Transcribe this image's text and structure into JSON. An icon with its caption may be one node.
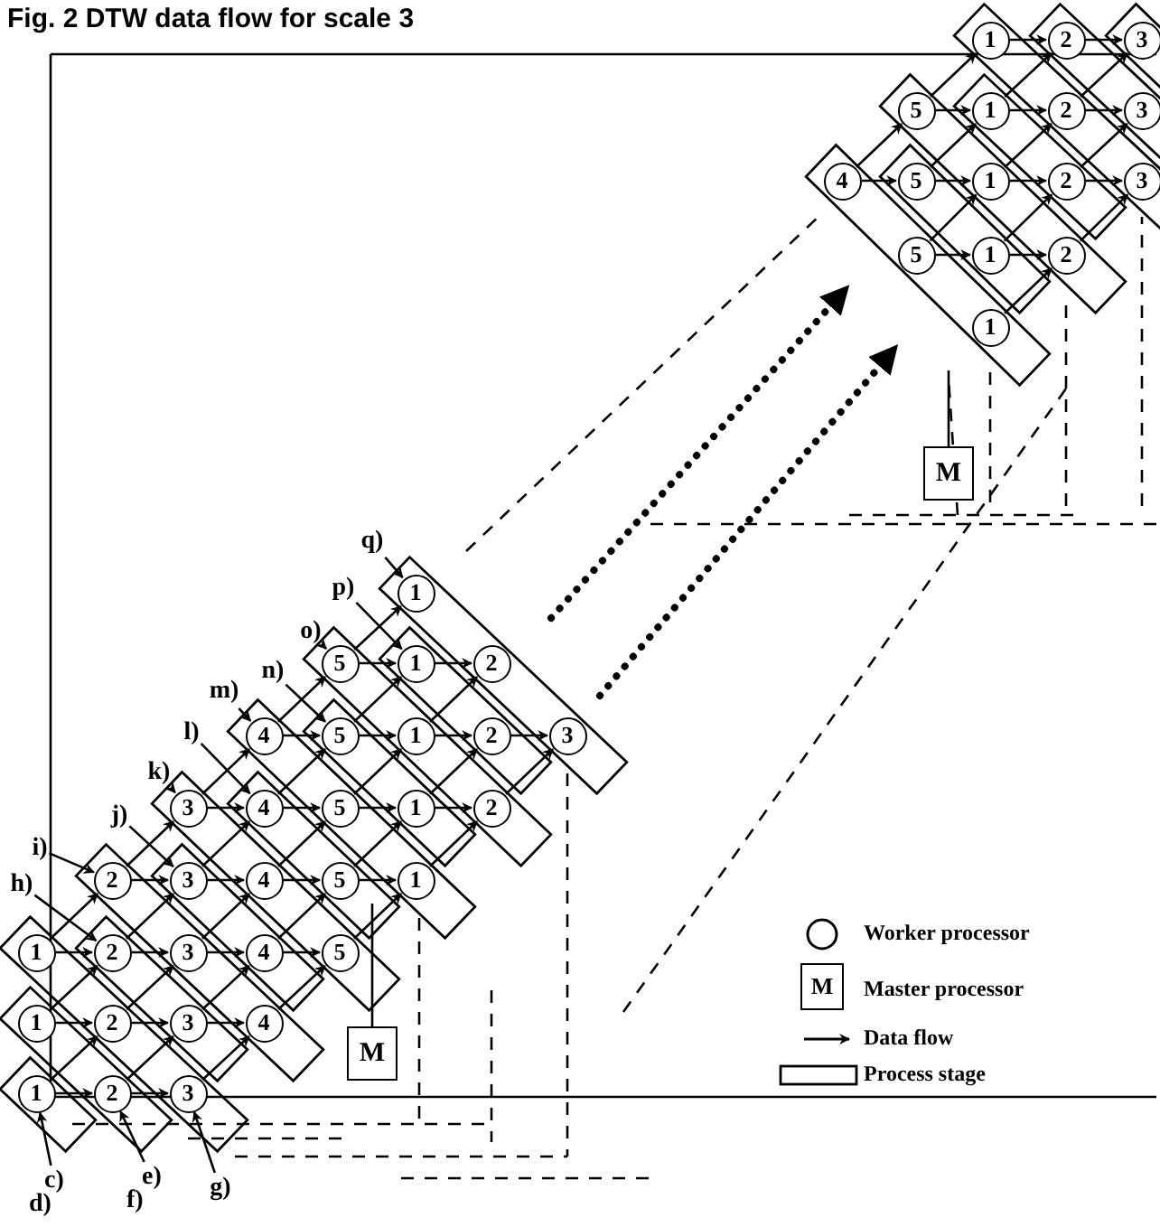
{
  "diagram": {
    "title": "Fig. 2 DTW data flow for scale 3",
    "nodes": [
      {
        "text": [
          "1"
        ]
      },
      {
        "text": [
          "2"
        ]
      },
      {
        "text": [
          "3"
        ]
      },
      {
        "text": [
          "5"
        ]
      },
      {
        "text": [
          "1"
        ]
      },
      {
        "text": [
          "2"
        ]
      },
      {
        "text": [
          "3"
        ]
      },
      {
        "text": [
          "4"
        ]
      },
      {
        "text": [
          "5"
        ]
      },
      {
        "text": [
          "1"
        ]
      },
      {
        "text": [
          "2"
        ]
      },
      {
        "text": [
          "3"
        ]
      },
      {
        "text": [
          "5"
        ]
      },
      {
        "text": [
          "1"
        ]
      },
      {
        "text": [
          "2"
        ]
      },
      {
        "text": [
          "1"
        ]
      },
      {
        "text": [
          "M"
        ]
      },
      {
        "text": [
          "q)"
        ]
      },
      {
        "text": [
          "p)"
        ]
      },
      {
        "text": [
          "o)"
        ]
      },
      {
        "text": [
          "n)"
        ]
      },
      {
        "text": [
          "m)"
        ]
      },
      {
        "text": [
          "l)"
        ]
      },
      {
        "text": [
          "k)"
        ]
      },
      {
        "text": [
          "j)"
        ]
      },
      {
        "text": [
          "i)"
        ]
      },
      {
        "text": [
          "h)"
        ]
      },
      {
        "text": [
          "1"
        ]
      },
      {
        "text": [
          "5"
        ]
      },
      {
        "text": [
          "1"
        ]
      },
      {
        "text": [
          "2"
        ]
      },
      {
        "text": [
          "4"
        ]
      },
      {
        "text": [
          "5"
        ]
      },
      {
        "text": [
          "1"
        ]
      },
      {
        "text": [
          "2"
        ]
      },
      {
        "text": [
          "3"
        ]
      },
      {
        "text": [
          "3"
        ]
      },
      {
        "text": [
          "4"
        ]
      },
      {
        "text": [
          "5"
        ]
      },
      {
        "text": [
          "1"
        ]
      },
      {
        "text": [
          "2"
        ]
      },
      {
        "text": [
          "2"
        ]
      },
      {
        "text": [
          "3"
        ]
      },
      {
        "text": [
          "4"
        ]
      },
      {
        "text": [
          "5"
        ]
      },
      {
        "text": [
          "1"
        ]
      },
      {
        "text": [
          "1"
        ]
      },
      {
        "text": [
          "2"
        ]
      },
      {
        "text": [
          "3"
        ]
      },
      {
        "text": [
          "4"
        ]
      },
      {
        "text": [
          "5"
        ]
      },
      {
        "text": [
          "1"
        ]
      },
      {
        "text": [
          "2"
        ]
      },
      {
        "text": [
          "3"
        ]
      },
      {
        "text": [
          "4"
        ]
      },
      {
        "text": [
          "M"
        ]
      },
      {
        "text": [
          "1"
        ]
      },
      {
        "text": [
          "2"
        ]
      },
      {
        "text": [
          "3"
        ]
      },
      {
        "text": [
          "c)"
        ]
      },
      {
        "text": [
          "e)"
        ]
      },
      {
        "text": [
          "g)"
        ]
      }
    ],
    "edges": [
      {
        "from": 0,
        "to": 1,
        "arrow": "to"
      },
      {
        "from": 1,
        "to": 2,
        "arrow": "to"
      },
      {
        "from": 3,
        "to": 4,
        "arrow": "to"
      },
      {
        "from": 4,
        "to": 5,
        "arrow": "to"
      },
      {
        "from": 5,
        "to": 6,
        "arrow": "to"
      },
      {
        "from": 7,
        "to": 8,
        "arrow": "to"
      },
      {
        "from": 8,
        "to": 9,
        "arrow": "to"
      },
      {
        "from": 9,
        "to": 10,
        "arrow": "to"
      },
      {
        "from": 10,
        "to": 11,
        "arrow": "to"
      },
      {
        "from": 12,
        "to": 13,
        "arrow": "to"
      },
      {
        "from": 13,
        "to": 14,
        "arrow": "to"
      },
      {
        "from": 3,
        "to": 0,
        "arrow": "to"
      },
      {
        "from": 4,
        "to": 1,
        "arrow": "to"
      },
      {
        "from": 5,
        "to": 2,
        "arrow": "to"
      },
      {
        "from": 7,
        "to": 3,
        "arrow": "to"
      },
      {
        "from": 8,
        "to": 4,
        "arrow": "to"
      },
      {
        "from": 9,
        "to": 5,
        "arrow": "to"
      },
      {
        "from": 10,
        "to": 6,
        "arrow": "to"
      },
      {
        "from": 12,
        "to": 9,
        "arrow": "to"
      },
      {
        "from": 13,
        "to": 10,
        "arrow": "to"
      },
      {
        "from": 14,
        "to": 11,
        "arrow": "to"
      },
      {
        "from": 15,
        "to": 14,
        "arrow": "to"
      },
      {
        "from": 28,
        "to": 29,
        "arrow": "to"
      },
      {
        "from": 29,
        "to": 30,
        "arrow": "to"
      },
      {
        "from": 31,
        "to": 32,
        "arrow": "to"
      },
      {
        "from": 32,
        "to": 33,
        "arrow": "to"
      },
      {
        "from": 33,
        "to": 34,
        "arrow": "to"
      },
      {
        "from": 34,
        "to": 35,
        "arrow": "to"
      },
      {
        "from": 36,
        "to": 37,
        "arrow": "to"
      },
      {
        "from": 37,
        "to": 38,
        "arrow": "to"
      },
      {
        "from": 38,
        "to": 39,
        "arrow": "to"
      },
      {
        "from": 39,
        "to": 40,
        "arrow": "to"
      },
      {
        "from": 41,
        "to": 42,
        "arrow": "to"
      },
      {
        "from": 42,
        "to": 43,
        "arrow": "to"
      },
      {
        "from": 43,
        "to": 44,
        "arrow": "to"
      },
      {
        "from": 44,
        "to": 45,
        "arrow": "to"
      },
      {
        "from": 46,
        "to": 47,
        "arrow": "to"
      },
      {
        "from": 47,
        "to": 48,
        "arrow": "to"
      },
      {
        "from": 48,
        "to": 49,
        "arrow": "to"
      },
      {
        "from": 49,
        "to": 50,
        "arrow": "to"
      },
      {
        "from": 51,
        "to": 52,
        "arrow": "to"
      },
      {
        "from": 52,
        "to": 53,
        "arrow": "to"
      },
      {
        "from": 53,
        "to": 54,
        "arrow": "to"
      },
      {
        "from": 56,
        "to": 57,
        "arrow": "to"
      },
      {
        "from": 57,
        "to": 58,
        "arrow": "to"
      },
      {
        "from": 28,
        "to": 27,
        "arrow": "to"
      },
      {
        "from": 31,
        "to": 28,
        "arrow": "to"
      },
      {
        "from": 32,
        "to": 29,
        "arrow": "to"
      },
      {
        "from": 33,
        "to": 30,
        "arrow": "to"
      },
      {
        "from": 36,
        "to": 31,
        "arrow": "to"
      },
      {
        "from": 37,
        "to": 32,
        "arrow": "to"
      },
      {
        "from": 38,
        "to": 33,
        "arrow": "to"
      },
      {
        "from": 39,
        "to": 34,
        "arrow": "to"
      },
      {
        "from": 40,
        "to": 35,
        "arrow": "to"
      },
      {
        "from": 41,
        "to": 36,
        "arrow": "to"
      },
      {
        "from": 42,
        "to": 37,
        "arrow": "to"
      },
      {
        "from": 43,
        "to": 38,
        "arrow": "to"
      },
      {
        "from": 44,
        "to": 39,
        "arrow": "to"
      },
      {
        "from": 45,
        "to": 40,
        "arrow": "to"
      },
      {
        "from": 46,
        "to": 41,
        "arrow": "to"
      },
      {
        "from": 47,
        "to": 42,
        "arrow": "to"
      },
      {
        "from": 48,
        "to": 43,
        "arrow": "to"
      },
      {
        "from": 49,
        "to": 44,
        "arrow": "to"
      },
      {
        "from": 50,
        "to": 45,
        "arrow": "to"
      },
      {
        "from": 51,
        "to": 47,
        "arrow": "to"
      },
      {
        "from": 52,
        "to": 48,
        "arrow": "to"
      },
      {
        "from": 53,
        "to": 49,
        "arrow": "to"
      },
      {
        "from": 54,
        "to": 50,
        "arrow": "to"
      },
      {
        "from": 56,
        "to": 52,
        "arrow": "to"
      },
      {
        "from": 57,
        "to": 53,
        "arrow": "to"
      },
      {
        "from": 58,
        "to": 54,
        "arrow": "to"
      },
      {
        "from": 17,
        "to": 27,
        "arrow": "to"
      },
      {
        "from": 18,
        "to": 29,
        "arrow": "to"
      },
      {
        "from": 19,
        "to": 28,
        "arrow": "to"
      },
      {
        "from": 20,
        "to": 32,
        "arrow": "to"
      },
      {
        "from": 21,
        "to": 31,
        "arrow": "to"
      },
      {
        "from": 22,
        "to": 37,
        "arrow": "to"
      },
      {
        "from": 23,
        "to": 36,
        "arrow": "to"
      },
      {
        "from": 24,
        "to": 42,
        "arrow": "to"
      },
      {
        "from": 25,
        "to": 41,
        "arrow": "to"
      },
      {
        "from": 26,
        "to": 47,
        "arrow": "to"
      },
      {
        "from": 59,
        "to": 56,
        "arrow": "to"
      },
      {
        "from": 60,
        "to": 57,
        "arrow": "to"
      },
      {
        "from": 61,
        "to": 58,
        "arrow": "to"
      }
    ],
    "labels": [
      "M",
      "d)",
      "f)"
    ],
    "legend": [
      {
        "text": "Worker processor"
      },
      {
        "text": "Master processor"
      },
      {
        "text": "Data flow"
      },
      {
        "text": "Process stage"
      }
    ]
  }
}
